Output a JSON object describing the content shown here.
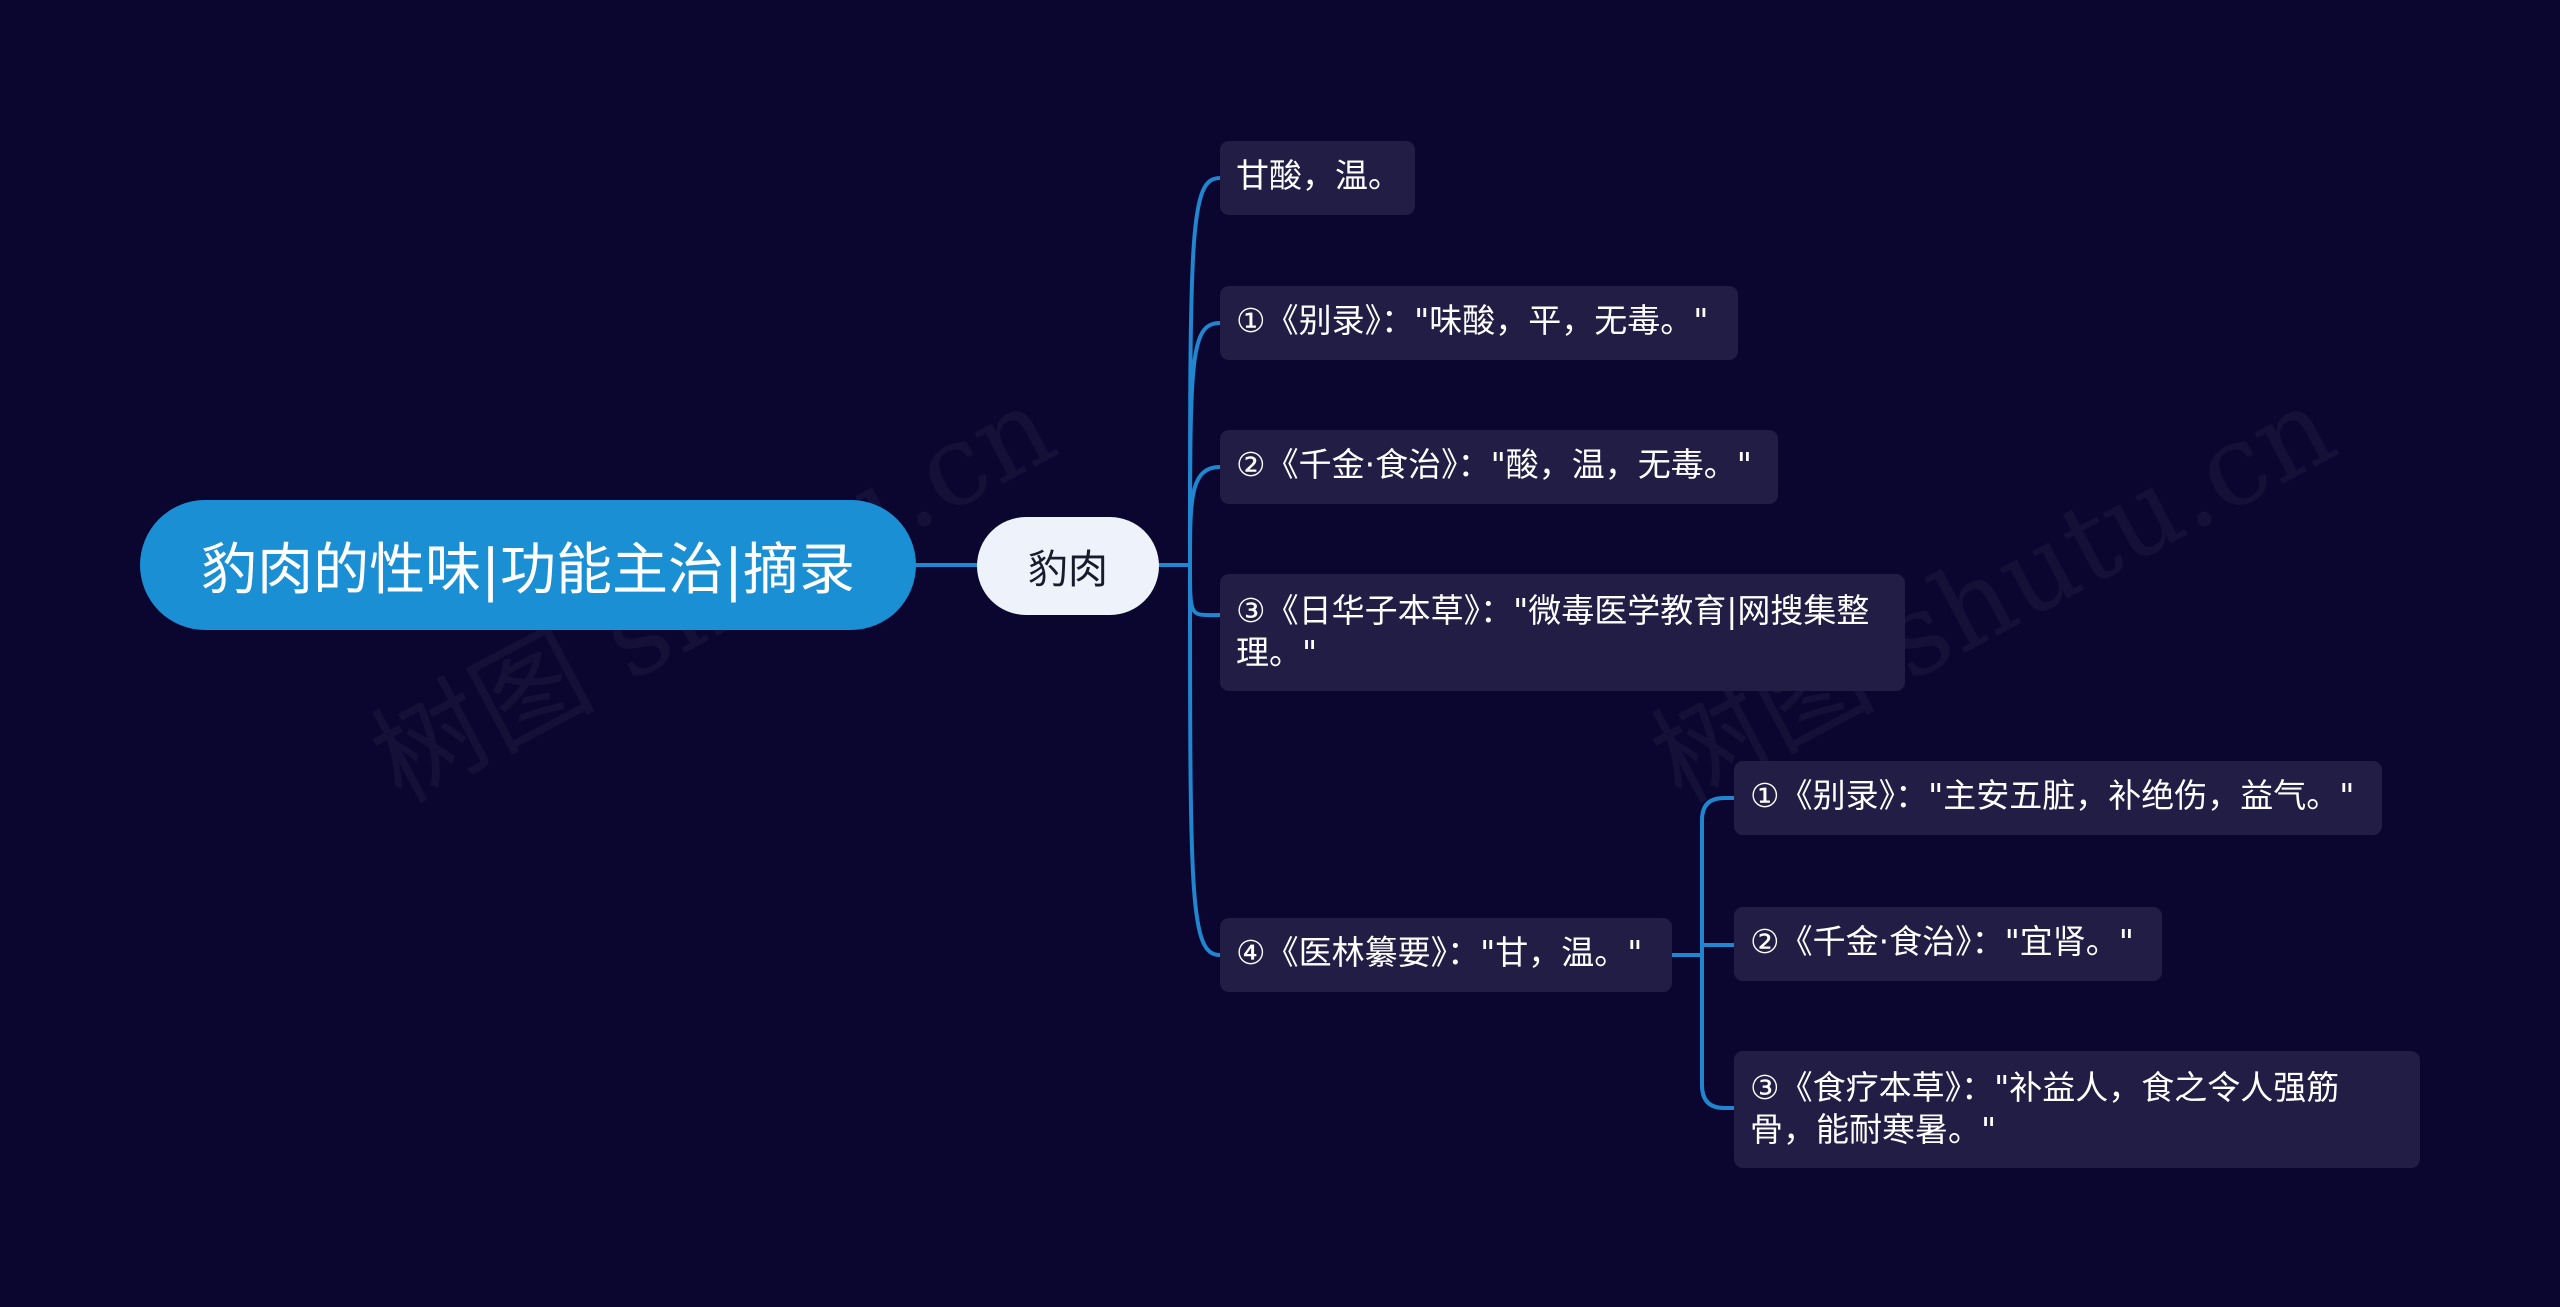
{
  "root": {
    "label": "豹肉的性味|功能主治|摘录"
  },
  "main": {
    "label": "豹肉"
  },
  "branches": [
    {
      "label": "甘酸，温。"
    },
    {
      "label": "①《别录》：\"味酸，平，无毒。\""
    },
    {
      "label": "②《千金·食治》：\"酸，温，无毒。\""
    },
    {
      "label": "③《日华子本草》：\"微毒医学教育|网搜集整理。\""
    },
    {
      "label": "④《医林纂要》：\"甘，温。\""
    }
  ],
  "sub_branches": [
    {
      "label": "①《别录》：\"主安五脏，补绝伤，益气。\""
    },
    {
      "label": "②《千金·食治》：\"宜肾。\""
    },
    {
      "label": "③《食疗本草》：\"补益人，食之令人强筋骨，能耐寒暑。\""
    }
  ],
  "watermarks": [
    "树图 shutu.cn",
    "树图 shutu.cn"
  ],
  "colors": {
    "background": "#0b0630",
    "root_fill": "#1a8fd4",
    "main_fill": "#eef2fb",
    "leaf_fill": "#221d45",
    "connector": "#1f86cf"
  }
}
